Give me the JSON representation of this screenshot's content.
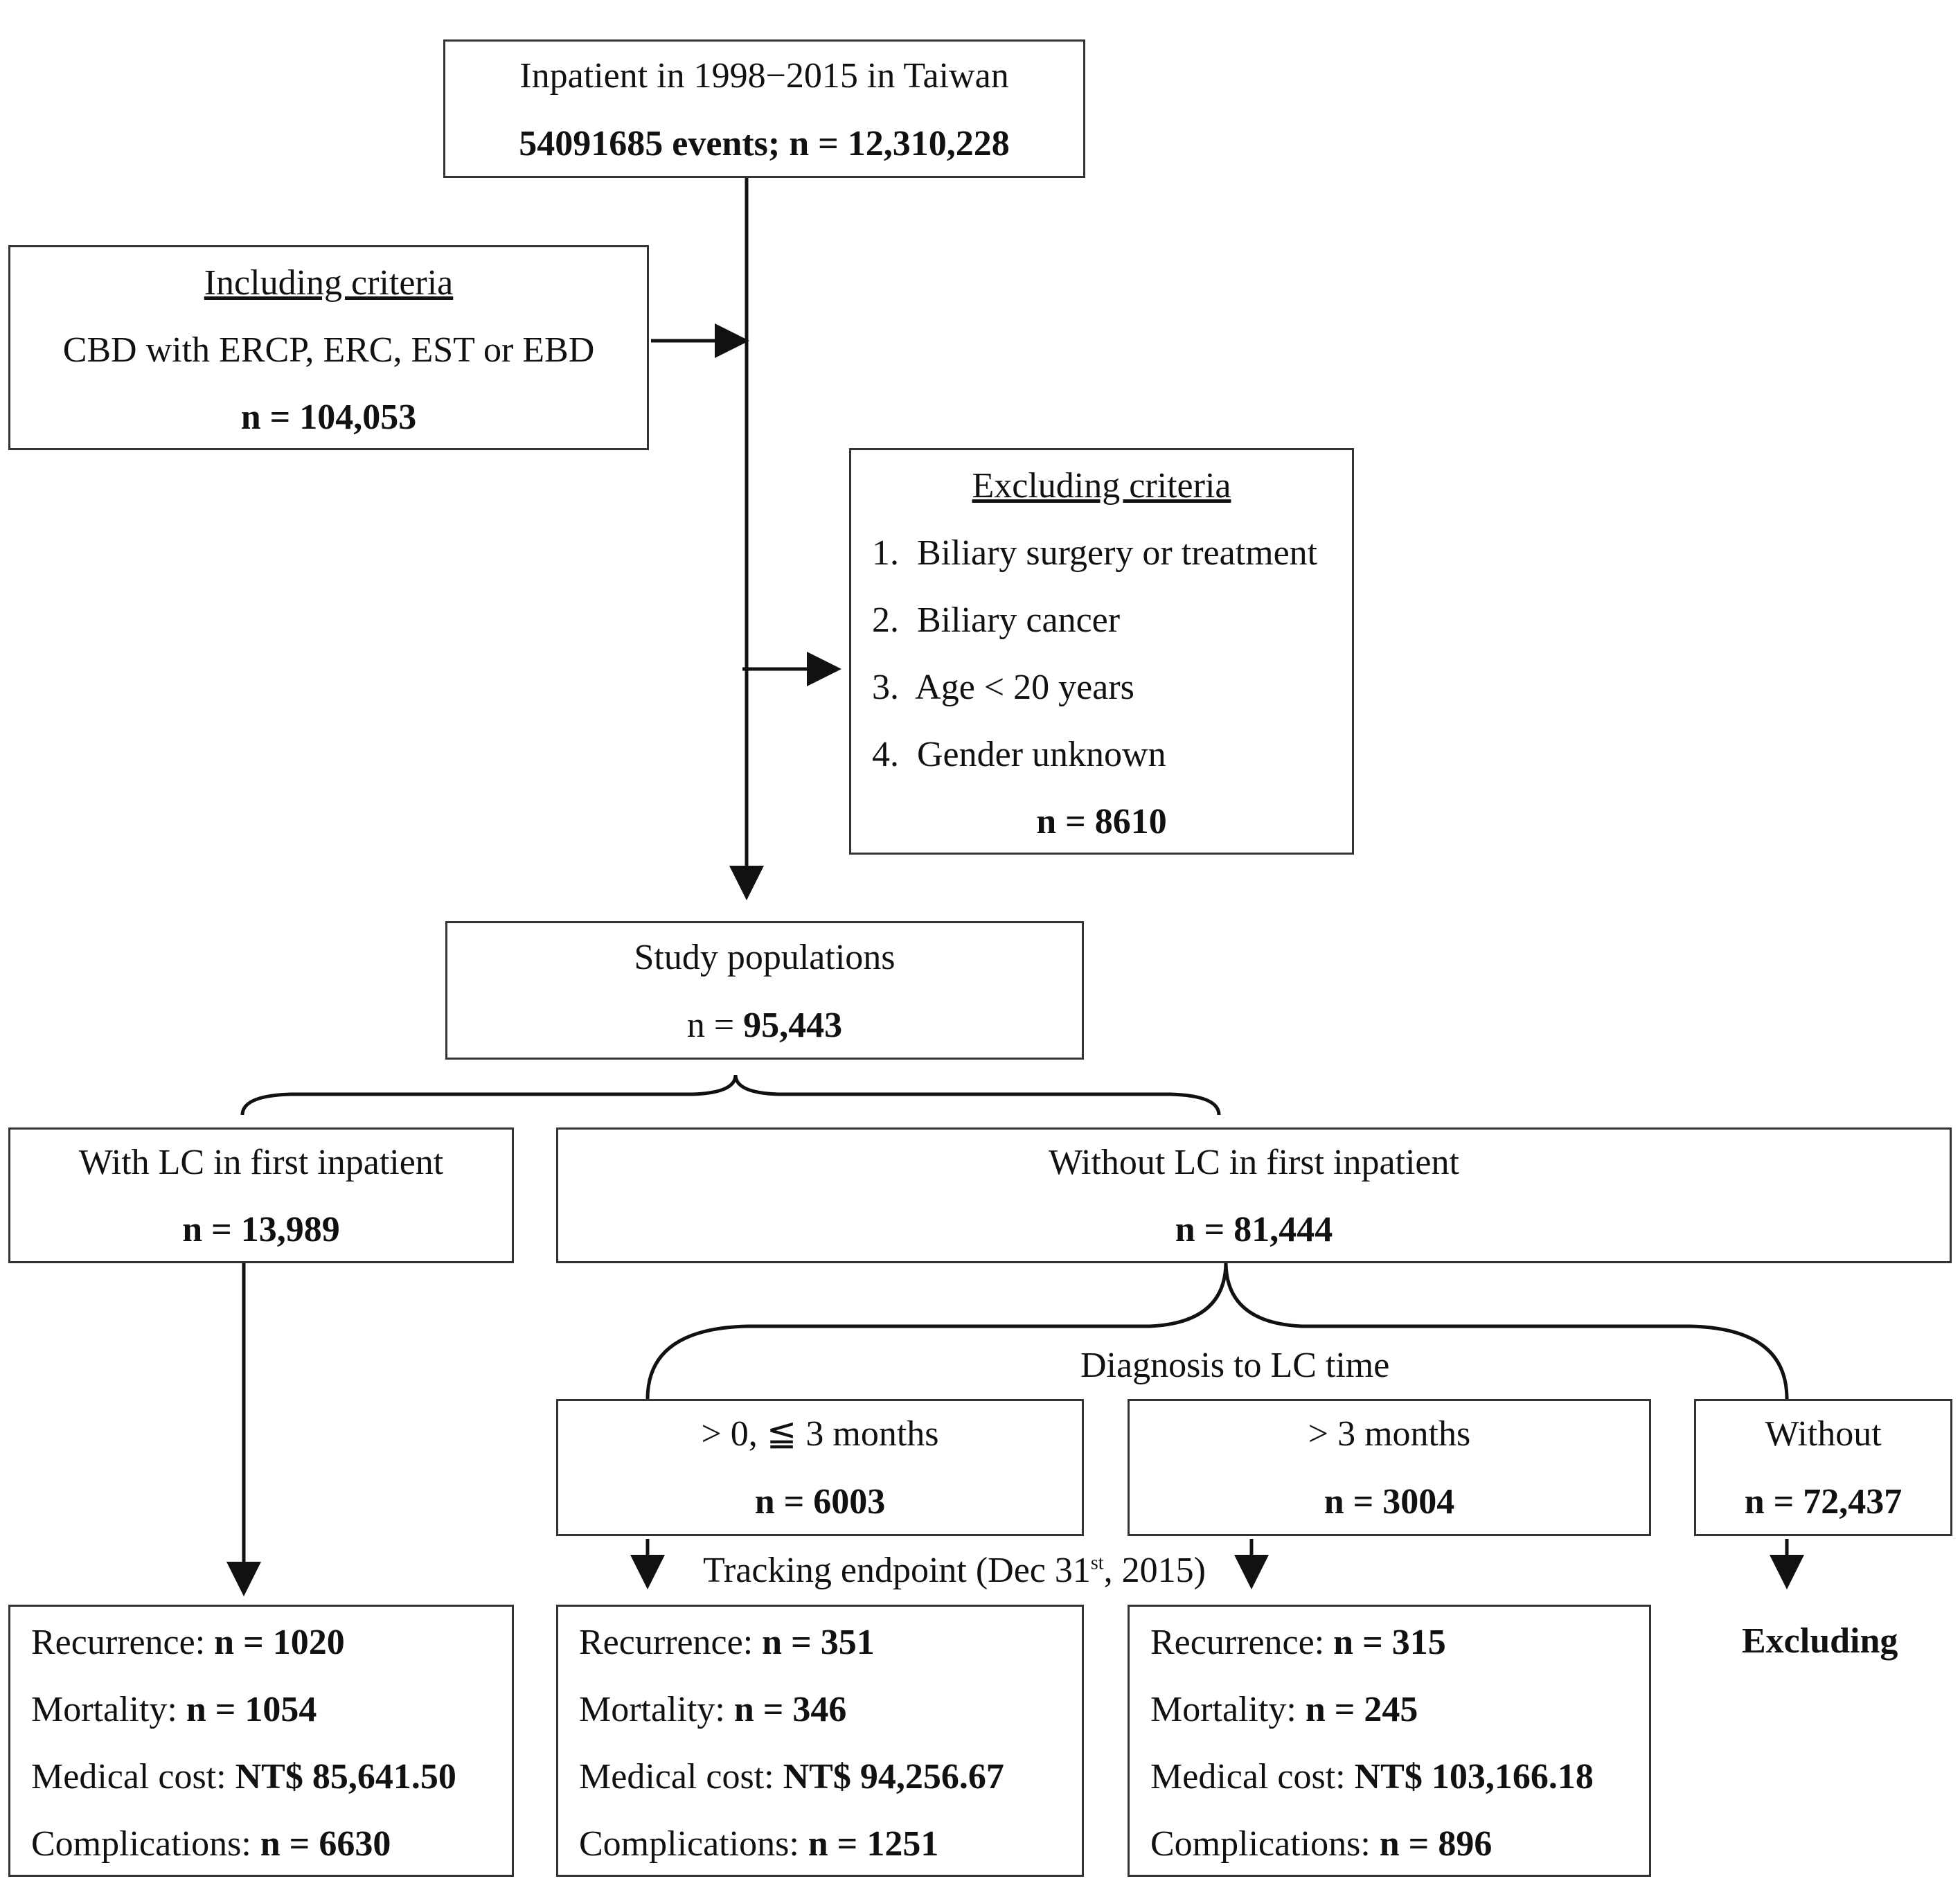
{
  "source": {
    "title": "Inpatient in 1998−2015 in Taiwan",
    "count": "54091685 events; n = 12,310,228"
  },
  "including": {
    "heading": "Including criteria",
    "criteria": "CBD with ERCP, ERC, EST or EBD",
    "count": "n = 104,053"
  },
  "excluding": {
    "heading": "Excluding criteria",
    "items": [
      {
        "num": "1.",
        "text": "Biliary surgery or treatment"
      },
      {
        "num": "2.",
        "text": "Biliary cancer"
      },
      {
        "num": "3.",
        "text": "Age < 20 years"
      },
      {
        "num": "4.",
        "text": "Gender unknown"
      }
    ],
    "count": "n = 8610"
  },
  "study": {
    "title": "Study populations",
    "count_prefix": "n = ",
    "count_value": "95,443"
  },
  "with_lc": {
    "title": "With LC in first inpatient",
    "count": "n = 13,989"
  },
  "without_lc": {
    "title": "Without LC in first inpatient",
    "count": "n = 81,444"
  },
  "diagnosis_label": "Diagnosis to LC time",
  "groups": {
    "short": {
      "title": "> 0, ≦ 3 months",
      "count": "n = 6003"
    },
    "long": {
      "title": "> 3 months",
      "count": "n = 3004"
    },
    "none": {
      "title": "Without",
      "count": "n = 72,437"
    }
  },
  "tracking": {
    "prefix": "Tracking endpoint (Dec 31",
    "sup": "st",
    "suffix": ", 2015)"
  },
  "outcomes": {
    "labels": {
      "recurrence": "Recurrence: ",
      "mortality": "Mortality: ",
      "cost": "Medical cost: ",
      "complications": "Complications: "
    },
    "with_lc": {
      "recurrence": "n = 1020",
      "mortality": "n = 1054",
      "cost": "NT$ 85,641.50",
      "complications": "n = 6630"
    },
    "short": {
      "recurrence": "n = 351",
      "mortality": "n = 346",
      "cost": "NT$ 94,256.67",
      "complications": "n = 1251"
    },
    "long": {
      "recurrence": "n = 315",
      "mortality": "n = 245",
      "cost": "NT$ 103,166.18",
      "complications": "n = 896"
    },
    "none_label": "Excluding"
  }
}
